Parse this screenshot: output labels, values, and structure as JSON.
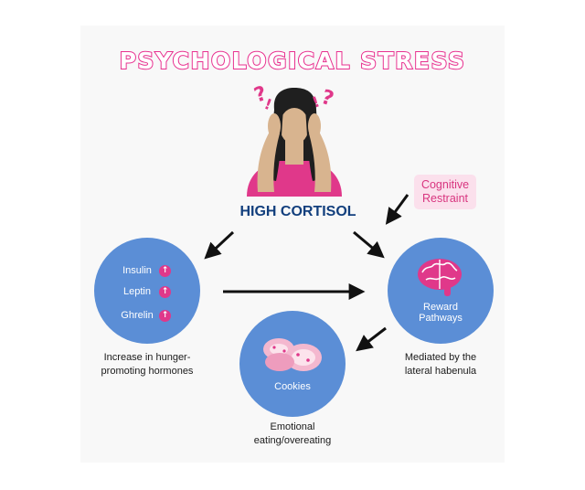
{
  "title": "PSYCHOLOGICAL STRESS",
  "cortisol_label": "HIGH CORTISOL",
  "restraint_label": "Cognitive Restraint",
  "hormones": {
    "items": [
      {
        "label": "Insulin",
        "direction": "up"
      },
      {
        "label": "Leptin",
        "direction": "up"
      },
      {
        "label": "Ghrelin",
        "direction": "up"
      }
    ],
    "caption": "Increase in hunger-promoting hormones"
  },
  "reward": {
    "label": "Reward Pathways",
    "caption": "Mediated by the lateral habenula"
  },
  "cookies": {
    "label": "Cookies",
    "caption": "Emotional eating/overeating"
  },
  "colors": {
    "accent_pink": "#e0388a",
    "circle_blue": "#5b8ed6",
    "title_navy": "#123f7d",
    "restraint_bg": "#fbe0ec"
  }
}
